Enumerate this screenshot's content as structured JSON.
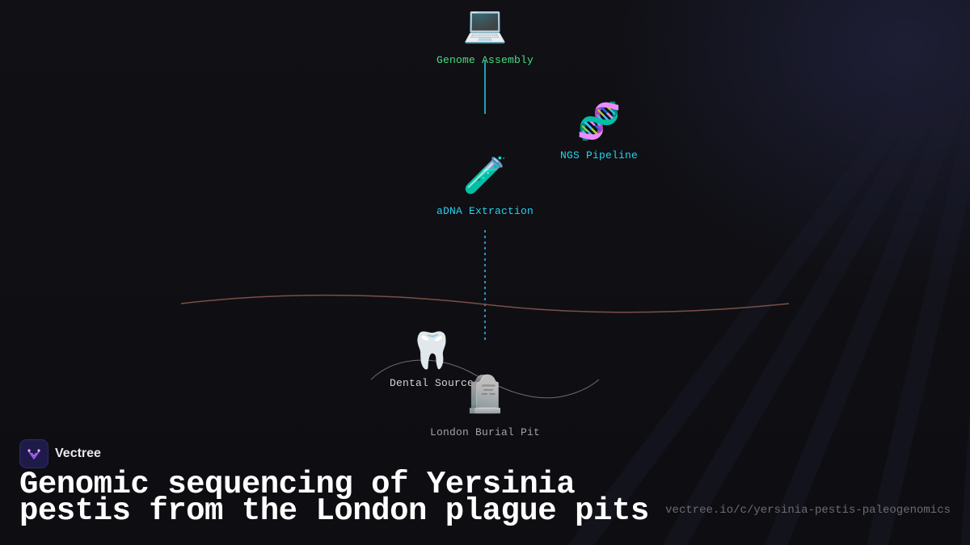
{
  "diagram": {
    "nodes": {
      "genome_assembly": {
        "icon": "laptop-icon",
        "glyph": "💻",
        "label": "Genome Assembly",
        "color": "#4ade80"
      },
      "ngs_pipeline": {
        "icon": "dna-icon",
        "glyph": "🧬",
        "label": "NGS Pipeline",
        "color": "#22d3ee"
      },
      "adna_extraction": {
        "icon": "test-tube-icon",
        "glyph": "🧪",
        "label": "aDNA Extraction",
        "color": "#22d3ee"
      },
      "dental_source": {
        "icon": "tooth-icon",
        "glyph": "🦷",
        "label": "Dental Source",
        "color": "#d4d4d8"
      },
      "london_burial_pit": {
        "icon": "headstone-icon",
        "glyph": "🪦",
        "label": "London Burial Pit",
        "color": "#a1a1aa"
      }
    },
    "colors": {
      "solid_connector": "#22d3ee",
      "dashed_connector": "#38bdf8",
      "ground_line": "#7a5048",
      "pit_outline": "#6b6b74"
    }
  },
  "brand": {
    "name": "Vectree",
    "logo_icon": "vectree-logo-icon"
  },
  "title": "Genomic sequencing of Yersinia pestis from the London plague pits",
  "url": "vectree.io/c/yersinia-pestis-paleogenomics"
}
